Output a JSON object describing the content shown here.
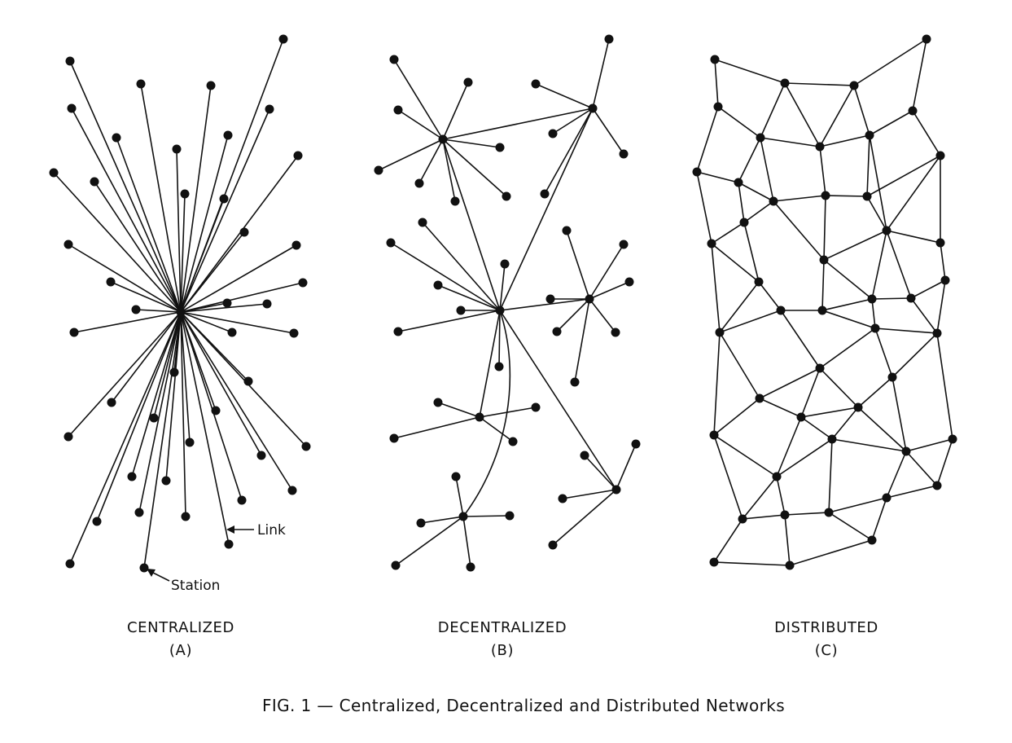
{
  "panels": [
    {
      "key": "a",
      "title": "CENTRALIZED",
      "letter": "(A)"
    },
    {
      "key": "b",
      "title": "DECENTRALIZED",
      "letter": "(B)"
    },
    {
      "key": "c",
      "title": "DISTRIBUTED",
      "letter": "(C)"
    }
  ],
  "annotations": {
    "link": "Link",
    "station": "Station"
  },
  "caption": "FIG. 1 — Centralized, Decentralized and Distributed Networks"
}
